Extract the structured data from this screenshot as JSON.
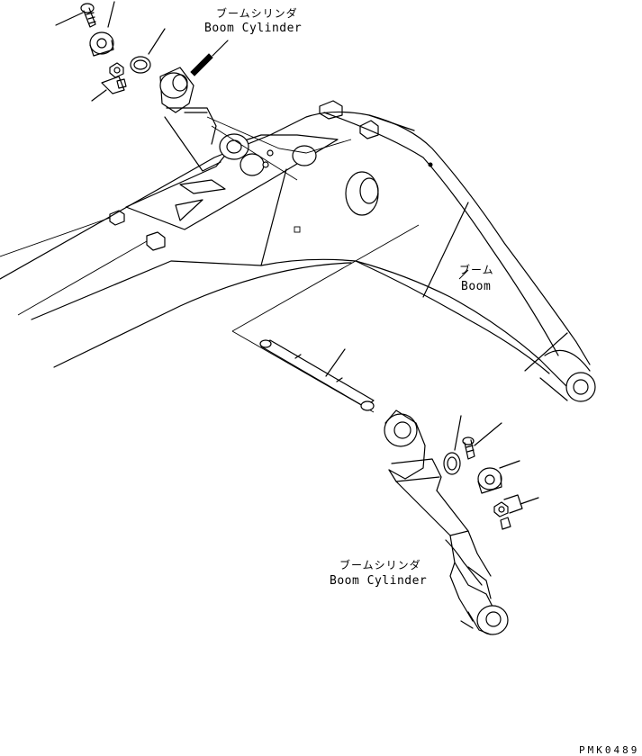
{
  "labels": {
    "boom_cylinder_top_jp": "ブームシリンダ",
    "boom_cylinder_top_en": "Boom Cylinder",
    "boom_jp": "ブーム",
    "boom_en": "Boom",
    "boom_cylinder_bottom_jp": "ブームシリンダ",
    "boom_cylinder_bottom_en": "Boom Cylinder",
    "drawing_code": "PMK0489"
  },
  "icons": [
    "bolt-icon",
    "spacer-icon",
    "washer-icon",
    "nut-icon",
    "pin-icon"
  ]
}
